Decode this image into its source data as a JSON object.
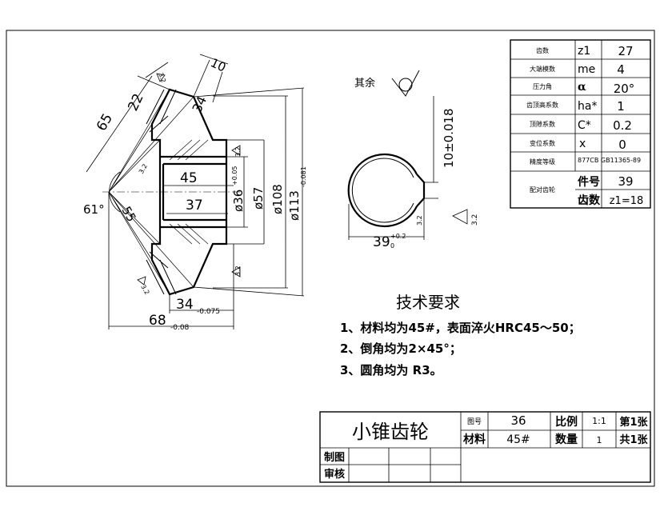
{
  "param_table": [
    {
      "name": "齿数",
      "symbol": "z1",
      "value": "27"
    },
    {
      "name": "大端模数",
      "symbol": "me",
      "value": "4"
    },
    {
      "name": "压力角",
      "symbol": "α",
      "value": "20°"
    },
    {
      "name": "齿顶高系数",
      "symbol": "ha*",
      "value": "1"
    },
    {
      "name": "顶隙系数",
      "symbol": "C*",
      "value": "0.2"
    },
    {
      "name": "变位系数",
      "symbol": "x",
      "value": "0"
    },
    {
      "name": "精度等级",
      "value": "877CB GB11365-89"
    },
    {
      "name": "配对齿轮",
      "part_label": "件号",
      "part_value": "39",
      "teeth_label": "齿数",
      "teeth_value": "z1=18"
    }
  ],
  "dimensions": {
    "d10": "10",
    "d34a": "34",
    "d22": "22",
    "d3_2a": "3.2",
    "d65": "65",
    "d61": "61°",
    "d55": "55",
    "d45": "45",
    "d37": "37",
    "d36": "ø36",
    "d36_tol": "+0.05",
    "d57": "ø57",
    "d108": "ø108",
    "d113": "ø113",
    "d113_tol": "-0.081",
    "d3_2b": "3.2",
    "d3_2c": "3.2",
    "d34b": "34",
    "d34b_tol": "-0.075",
    "d68": "68",
    "d68_tol": "-0.08",
    "qiyu": "其余",
    "key_width": "10±0.018",
    "key_depth": "39",
    "key_depth_tol": "+0.2",
    "key_depth_tol2": "0",
    "d3_2d": "3.2",
    "d3_2e": "3.2"
  },
  "notes": {
    "title": "技术要求",
    "items": [
      "1、材料均为45#，表面淬火HRC45～50；",
      "2、倒角均为2×45°；",
      "3、圆角均为 R3。"
    ]
  },
  "title_block": {
    "part_name": "小锥齿轮",
    "drawing_no_label": "图号",
    "drawing_no": "36",
    "scale_label": "比例",
    "scale": "1:1",
    "sheet_label": "第1张",
    "material_label": "材料",
    "material": "45#",
    "qty_label": "数量",
    "qty": "1",
    "total_label": "共1张",
    "drawn_label": "制图",
    "checked_label": "审核"
  }
}
